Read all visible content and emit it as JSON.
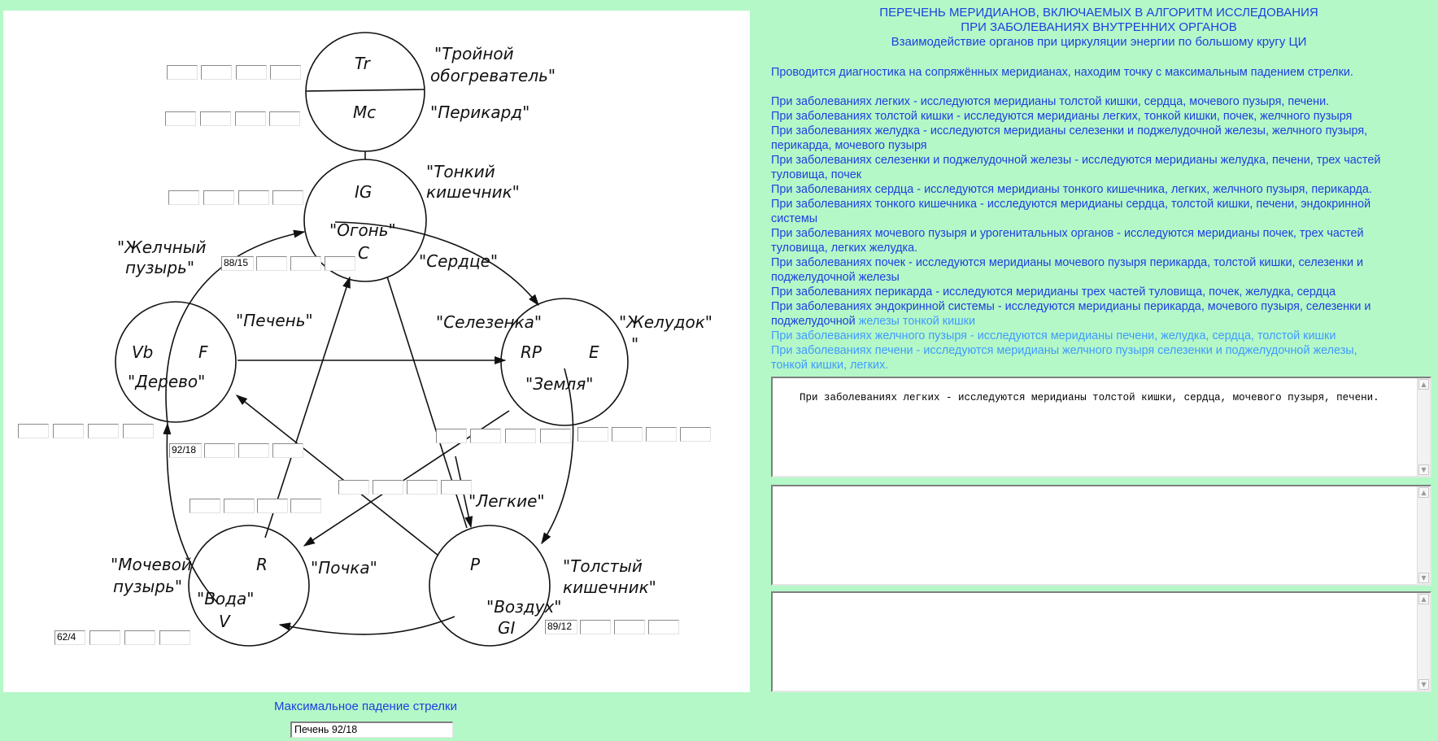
{
  "diagram": {
    "organs": {
      "tr": {
        "symbol": "Tr",
        "caption": [
          "\"Тройной",
          "обогреватель\""
        ]
      },
      "mc": {
        "symbol": "Mc",
        "caption": [
          "\"Перикард\""
        ]
      },
      "ig": {
        "symbol": "IG",
        "caption": [
          "\"Тонкий",
          "кишечник\""
        ]
      },
      "c": {
        "symbol": "C",
        "element": "\"Огонь\"",
        "caption": [
          "\"Сердце\""
        ]
      },
      "f": {
        "symbol": "F",
        "symbol2": "Vb",
        "element": "\"Дерево\"",
        "caption": [
          "\"Печень\""
        ],
        "caption2": [
          "\"Желчный",
          "пузырь\""
        ]
      },
      "e": {
        "symbol": "E",
        "symbol2": "RP",
        "element": "\"Земля\"",
        "caption": [
          "\"Желудок\"",
          "\""
        ],
        "caption2": [
          "\"Селезенка\""
        ]
      },
      "r": {
        "symbol": "R",
        "symbol2": "V",
        "element": "\"Вода\"",
        "caption": [
          "\"Почка\""
        ],
        "caption2": [
          "\"Мочевой",
          "пузырь\""
        ]
      },
      "p": {
        "symbol": "P",
        "symbol2": "GI",
        "element": "\"Воздух\"",
        "caption": [
          "\"Легкие\""
        ],
        "caption2": [
          "\"Толстый",
          "кишечник\""
        ]
      }
    },
    "values": {
      "c": "88/15",
      "f": "92/18",
      "v": "62/4",
      "gi": "89/12"
    }
  },
  "right": {
    "title_line1": "ПЕРЕЧЕНЬ МЕРИДИАНОВ, ВКЛЮЧАЕМЫХ В АЛГОРИТМ ИССЛЕДОВАНИЯ",
    "title_line2": "ПРИ ЗАБОЛЕВАНИЯХ ВНУТРЕННИХ ОРГАНОВ",
    "subtitle": "Взаимодействие органов при циркуляции энергии по большому кругу ЦИ",
    "intro": "Проводится диагностика на сопряжённых меридианах, находим точку с максимальным падением стрелки.",
    "diseases": [
      "При заболеваниях легких - исследуются меридианы толстой кишки, сердца, мочевого пузыря, печени.",
      "При заболеваниях толстой кишки - исследуются меридианы легких, тонкой кишки, почек, желчного пузыря",
      "При заболеваниях желудка - исследуются меридианы селезенки и поджелудочной железы, желчного пузыря,",
      "перикарда, мочевого пузыря",
      "При заболеваниях селезенки и поджелудочной железы - исследуются меридианы желудка, печени, трех частей",
      "туловища, почек",
      "При заболеваниях сердца - исследуются меридианы тонкого кишечника, легких, желчного пузыря, перикарда.",
      "При заболеваниях тонкого кишечника - исследуются меридианы сердца, толстой кишки, печени, эндокринной",
      "системы",
      "При заболеваниях мочевого пузыря и урогенитальных органов - исследуются меридианы почек, трех частей",
      "туловища, легких желудка.",
      "При заболеваниях почек - исследуются меридианы мочевого пузыря перикарда, толстой кишки, селезенки и",
      "поджелудочной железы",
      "При заболеваниях перикарда - исследуются меридианы трех частей туловища, почек, желудка, сердца",
      "При заболеваниях эндокринной системы - исследуются меридианы перикарда, мочевого пузыря, селезенки и"
    ],
    "endocrine_tail_dark": "поджелудочной",
    "endocrine_tail_light": "железы тонкой кишки",
    "light_lines": [
      "При заболеваниях желчного пузыря - исследуются меридианы печени, желудка, сердца, толстой кишки",
      "При заболеваниях печени - исследуются меридианы желчного пузыря селезенки и поджелудочной железы,",
      "тонкой кишки, легких."
    ],
    "textarea1": "При заболеваниях легких - исследуются меридианы толстой кишки, сердца, мочевого пузыря, печени.",
    "textarea2": "",
    "textarea3": ""
  },
  "bottom": {
    "label": "Максимальное падение стрелки",
    "result": "Печень 92/18"
  }
}
